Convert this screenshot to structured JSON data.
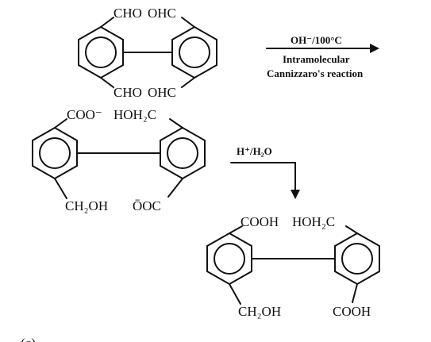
{
  "step1": {
    "groups": {
      "ul": "CHO",
      "ur": "OHC",
      "ll": "CHO",
      "lr": "OHC"
    },
    "reagent": "OH⁻/100°C",
    "conditions": [
      "Intramolecular",
      "Cannizzaro's reaction"
    ]
  },
  "step2": {
    "groups": {
      "ul": "COO⁻",
      "ur": "HOH₂C",
      "ll": "CH₂OH",
      "lr": "ŌOC"
    },
    "reagent": "H⁺/H₂O"
  },
  "step3": {
    "groups": {
      "ul": "COOH",
      "ur": "HOH₂C",
      "ll": "CH₂OH",
      "lr": "COOH"
    }
  },
  "footer_fragment": "(c)"
}
